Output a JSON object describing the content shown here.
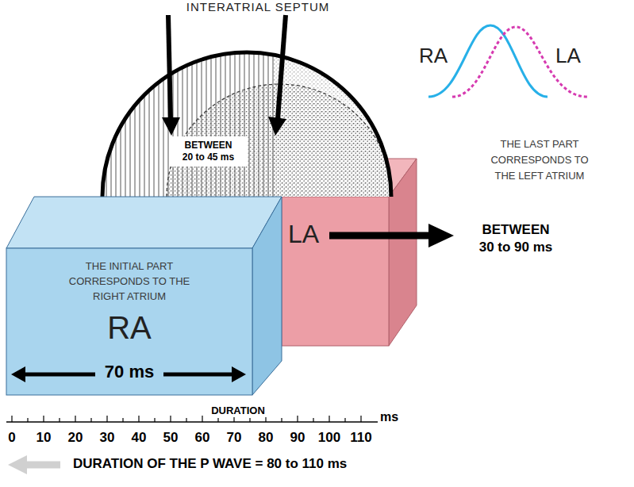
{
  "diagram": {
    "nodes": [
      {
        "text": [
          "THE INITIAL PART CORRESPONDS TO THE RIGHT ATRIUM",
          "RA",
          "70 ms"
        ]
      },
      {
        "text": [
          "LA"
        ]
      },
      {
        "text": [
          "BETWEEN 20 to 45 ms"
        ]
      }
    ],
    "labels": [
      "INTERATRIAL SEPTUM",
      "RA",
      "LA",
      "THE LAST PART CORRESPONDS TO THE LEFT ATRIUM",
      "BETWEEN 30 to 90 ms",
      "DURATION",
      "ms",
      "0",
      "10",
      "20",
      "30",
      "40",
      "50",
      "60",
      "70",
      "80",
      "90",
      "100",
      "110",
      "DURATION OF THE P WAVE = 80 to 110 ms"
    ]
  }
}
